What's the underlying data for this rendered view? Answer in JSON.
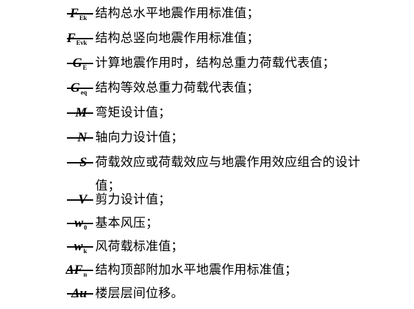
{
  "entries": [
    {
      "symbol": "F",
      "subscript": "Ek",
      "description": "结构总水平地震作用标准值；"
    },
    {
      "symbol": "F",
      "subscript": "Evk",
      "description": "结构总竖向地震作用标准值；"
    },
    {
      "symbol": "G",
      "subscript": "E",
      "description": "计算地震作用时，结构总重力荷载代表值；"
    },
    {
      "symbol": "G",
      "subscript": "eq",
      "description": "结构等效总重力荷载代表值；"
    },
    {
      "symbol": "M",
      "subscript": "",
      "description": "弯矩设计值；"
    },
    {
      "symbol": "N",
      "subscript": "",
      "description": "轴向力设计值；"
    },
    {
      "symbol": "S",
      "subscript": "",
      "description_line1": "荷载效应或荷载效应与地震作用效应组合的设计",
      "description_line2": "值；"
    },
    {
      "symbol": "V",
      "subscript": "",
      "description": "剪力设计值；"
    },
    {
      "symbol": "w",
      "subscript": "0",
      "description": "基本风压；"
    },
    {
      "symbol": "w",
      "subscript": "k",
      "description": "风荷载标准值；"
    },
    {
      "symbol": "ΔF",
      "subscript": "n",
      "description": "结构顶部附加水平地震作用标准值；"
    },
    {
      "symbol": "Δu",
      "subscript": "",
      "description": "楼层层间位移。"
    }
  ]
}
